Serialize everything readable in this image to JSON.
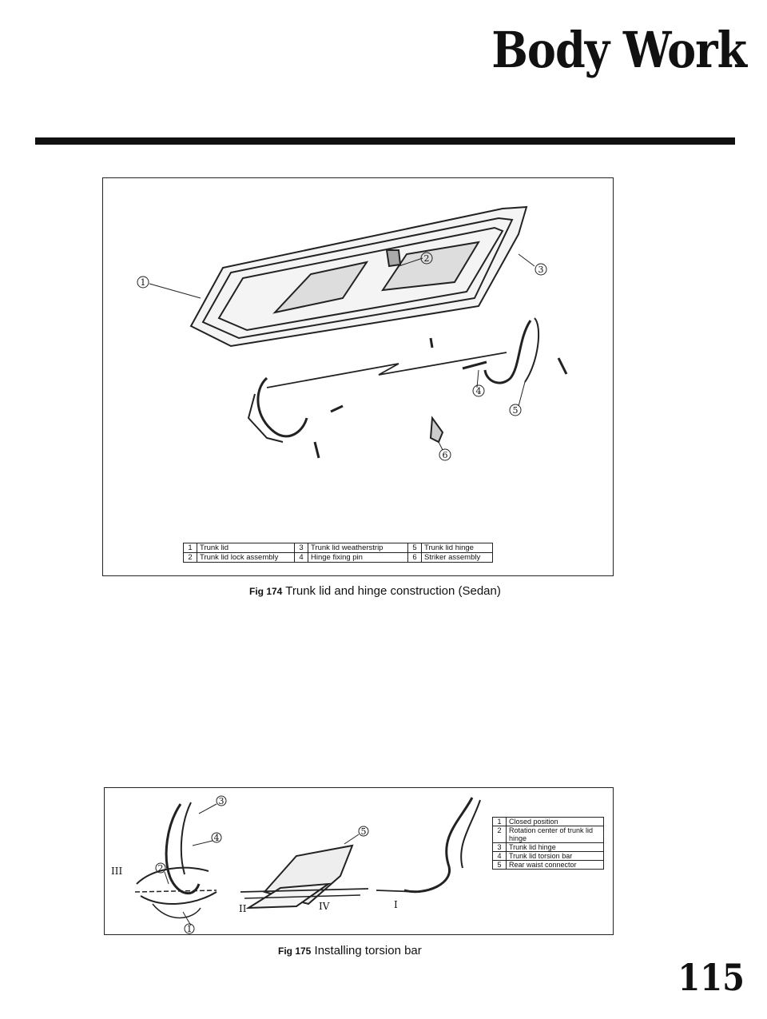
{
  "header": {
    "title": "Body Work"
  },
  "fig174": {
    "callouts": [
      "1",
      "2",
      "3",
      "4",
      "5",
      "6"
    ],
    "legend": [
      [
        {
          "num": "1",
          "text": "Trunk lid"
        },
        {
          "num": "3",
          "text": "Trunk lid weatherstrip"
        },
        {
          "num": "5",
          "text": "Trunk lid hinge"
        }
      ],
      [
        {
          "num": "2",
          "text": "Trunk lid lock assembly"
        },
        {
          "num": "4",
          "text": "Hinge fixing pin"
        },
        {
          "num": "6",
          "text": "Striker assembly"
        }
      ]
    ],
    "caption_label": "Fig 174",
    "caption_text": "Trunk lid and hinge construction (Sedan)"
  },
  "fig175": {
    "callouts": [
      "1",
      "2",
      "3",
      "4",
      "5"
    ],
    "roman_labels": [
      "III",
      "II",
      "IV",
      "I"
    ],
    "legend": [
      {
        "num": "1",
        "text": "Closed position"
      },
      {
        "num": "2",
        "text": "Rotation center of trunk lid hinge"
      },
      {
        "num": "3",
        "text": "Trunk lid hinge"
      },
      {
        "num": "4",
        "text": "Trunk lid torsion bar"
      },
      {
        "num": "5",
        "text": "Rear waist connector"
      }
    ],
    "caption_label": "Fig 175",
    "caption_text": "Installing torsion bar"
  },
  "page": {
    "number": "115"
  }
}
